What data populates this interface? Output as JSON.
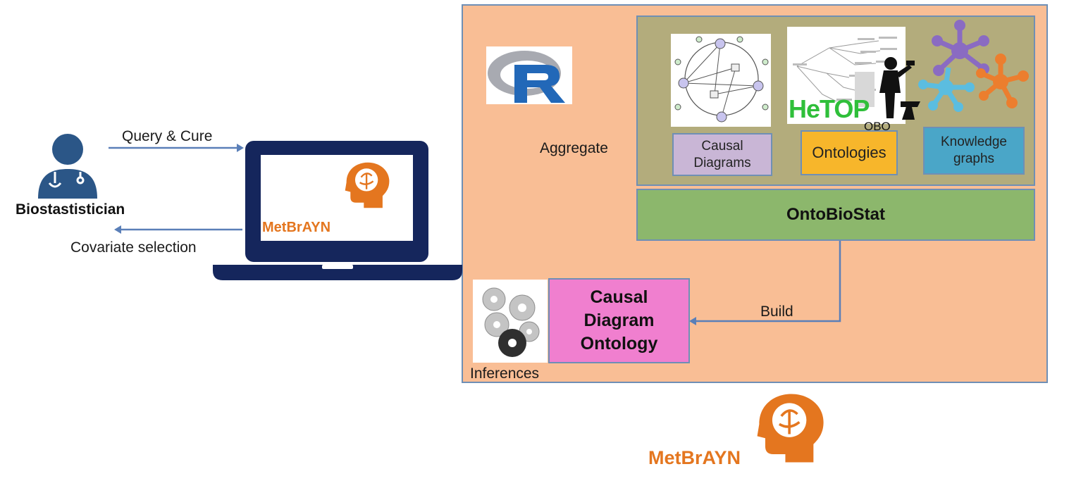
{
  "actor": {
    "label": "Biostastistician",
    "icon": "doctor-icon"
  },
  "arrows": {
    "query_label": "Query & Cure",
    "covariate_label": "Covariate selection",
    "aggregate_label": "Aggregate",
    "build_label": "Build",
    "inferences_label": "Inferences"
  },
  "laptop": {
    "logo_text": "MetBrAYN"
  },
  "sources": {
    "causal_diagrams": "Causal Diagrams",
    "ontologies": "Ontologies",
    "knowledge_graphs": "Knowledge graphs",
    "hetop_text": "HeTOP",
    "obo_text": "OBO"
  },
  "ontobiostat": "OntoBioStat",
  "cdo": "Causal Diagram Ontology",
  "bottom_logo": {
    "text": "MetBrAYN"
  },
  "colors": {
    "accent_orange": "#e4761f",
    "panel_fill": "#f9be95",
    "sources_fill": "#b3ac7c",
    "ontobiostat_fill": "#8cb76c",
    "causal_fill": "#c9b6d6",
    "ontologies_fill": "#f7b62b",
    "kg_fill": "#4aa6c8",
    "cdo_fill": "#f07fcf",
    "laptop_navy": "#15265c",
    "arrow_blue": "#5a7fb8"
  }
}
